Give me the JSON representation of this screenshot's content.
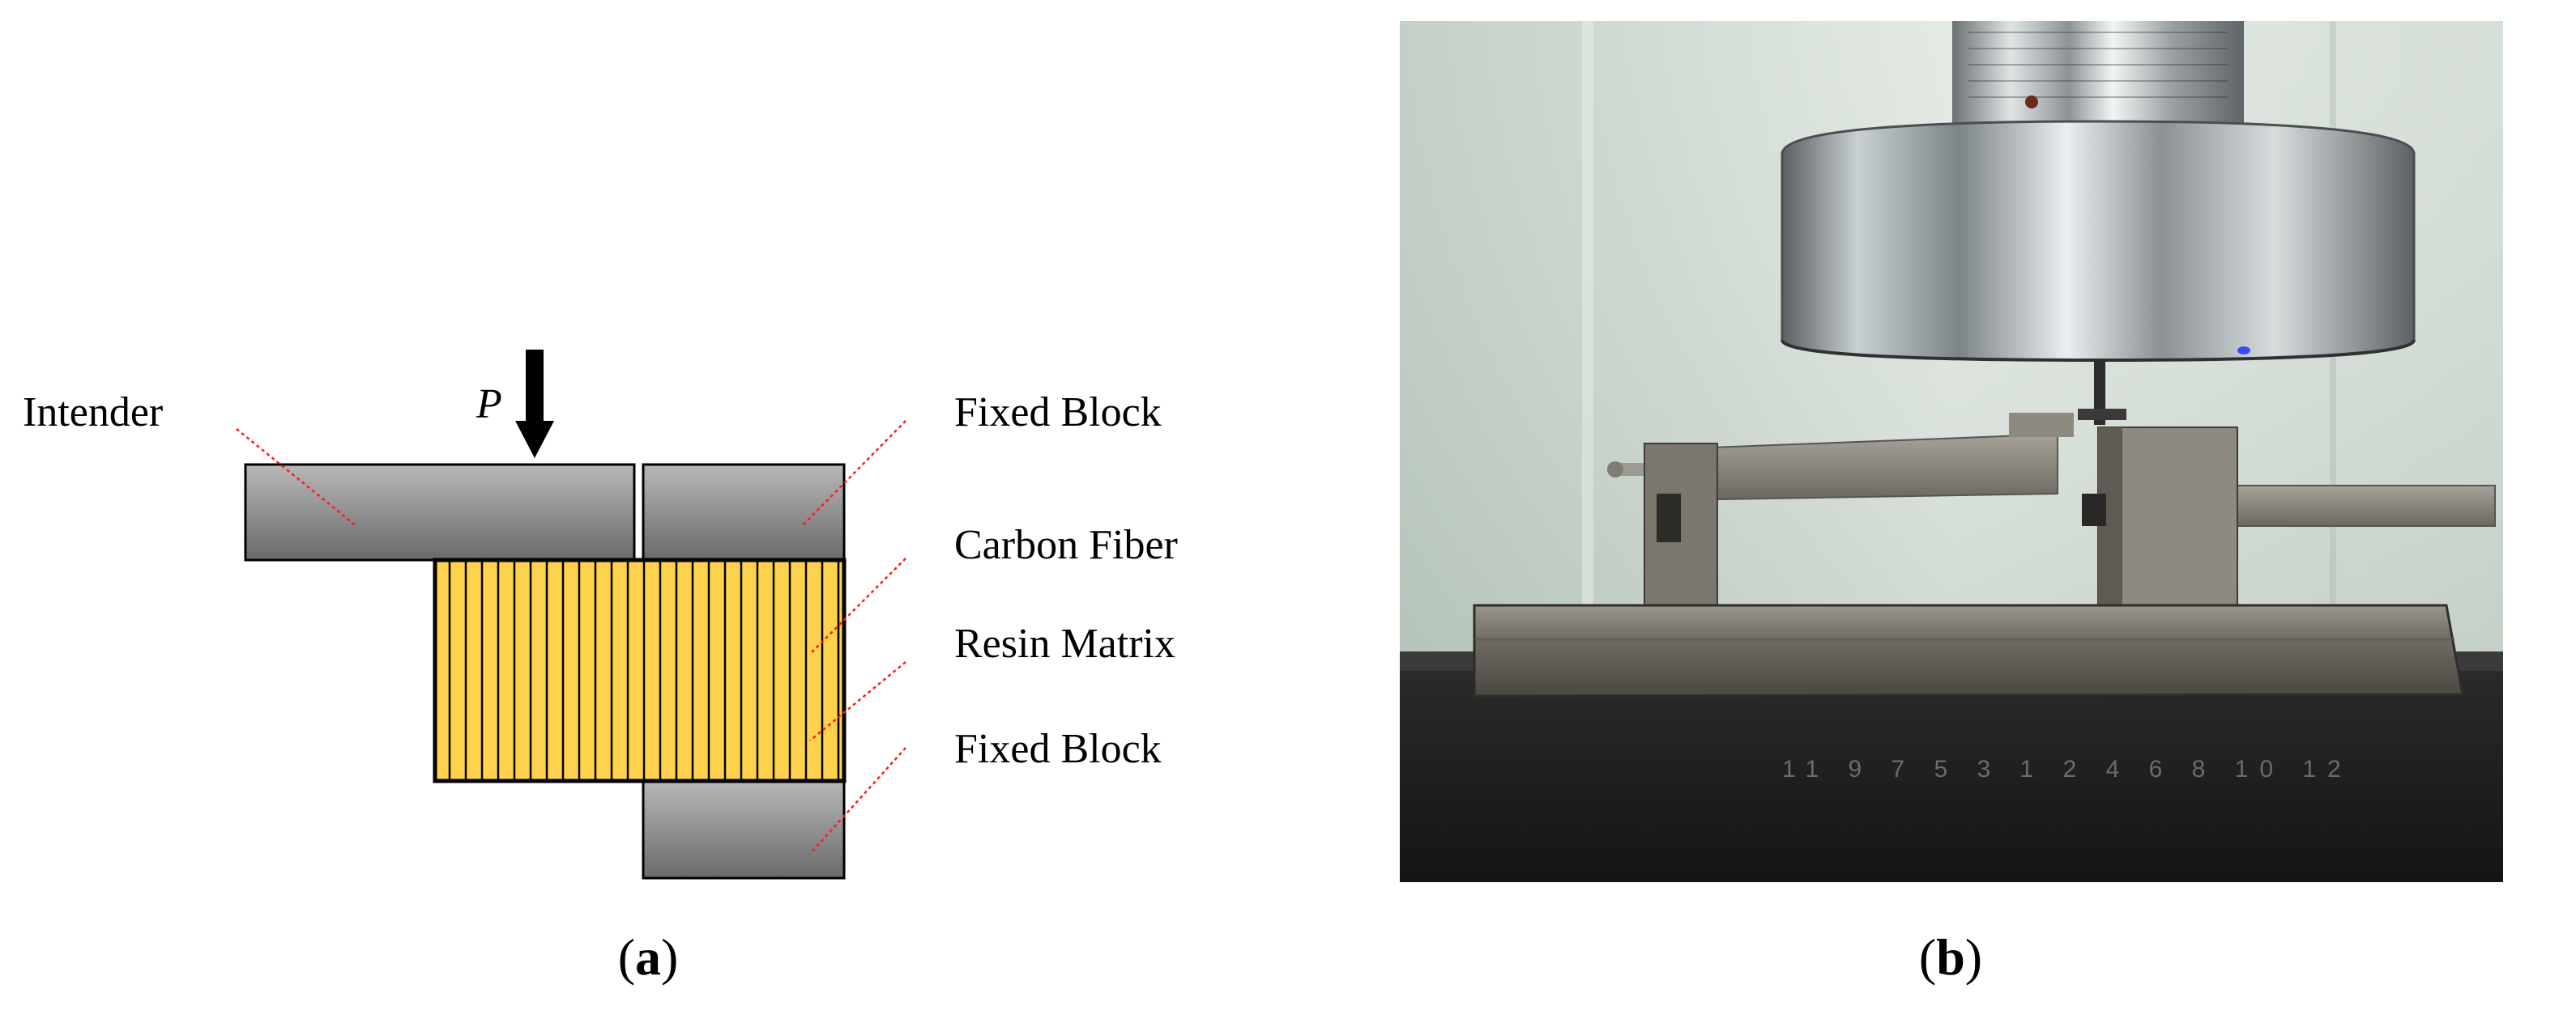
{
  "panel_a": {
    "load_label": "P",
    "labels": {
      "intender": "Intender",
      "fixed_block_top": "Fixed Block",
      "carbon_fiber": "Carbon Fiber",
      "resin_matrix": "Resin Matrix",
      "fixed_block_bottom": "Fixed Block"
    },
    "caption": {
      "open": "(",
      "letter": "a",
      "close": ")"
    },
    "colors": {
      "block_light": "#b4b4b4",
      "block_dark": "#6e6e6e",
      "resin": "#ffd24d",
      "fiber": "#000000",
      "leader": "#ff1a1a"
    }
  },
  "panel_b": {
    "caption": {
      "open": "(",
      "letter": "b",
      "close": ")"
    },
    "photo_scale_text": "11 9 7 5 3 1 2 4 6 8 10 12"
  }
}
